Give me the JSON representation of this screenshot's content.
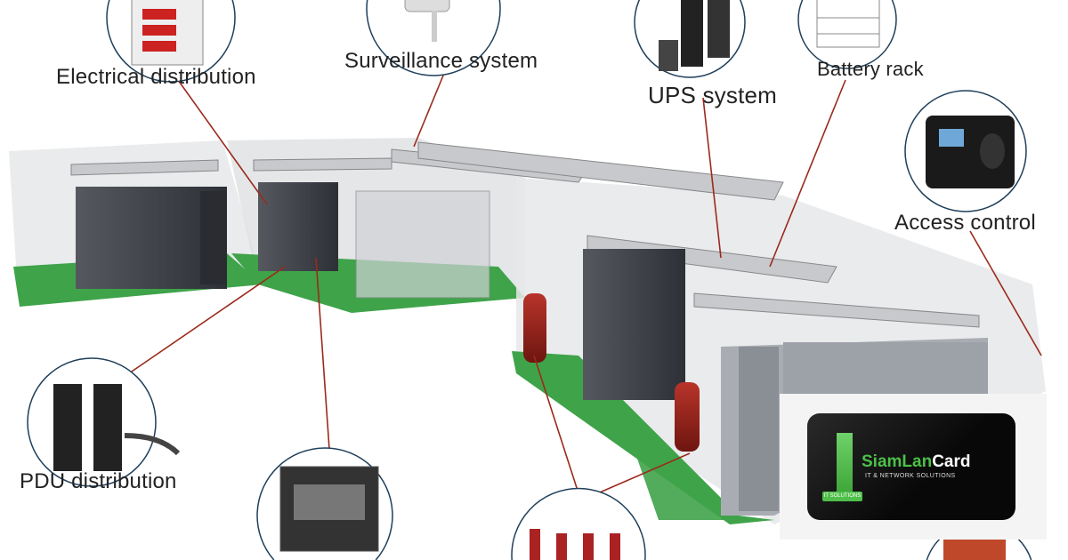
{
  "labels": {
    "electrical": "Electrical distribution",
    "surveillance": "Surveillance system",
    "ups": "UPS system",
    "battery": "Battery rack",
    "access": "Access control",
    "pdu": "PDU distribution"
  },
  "logo": {
    "name_part1": "SiamLan",
    "name_part2": "Card",
    "tagline": "IT & NETWORK SOLUTIONS",
    "badge": "IT SOLUTIONS"
  },
  "colors": {
    "floor_green": "#3fa34a",
    "leader_line": "#9b2a1c",
    "rack_dark": "#3a3d44",
    "logo_green": "#4cc048"
  }
}
